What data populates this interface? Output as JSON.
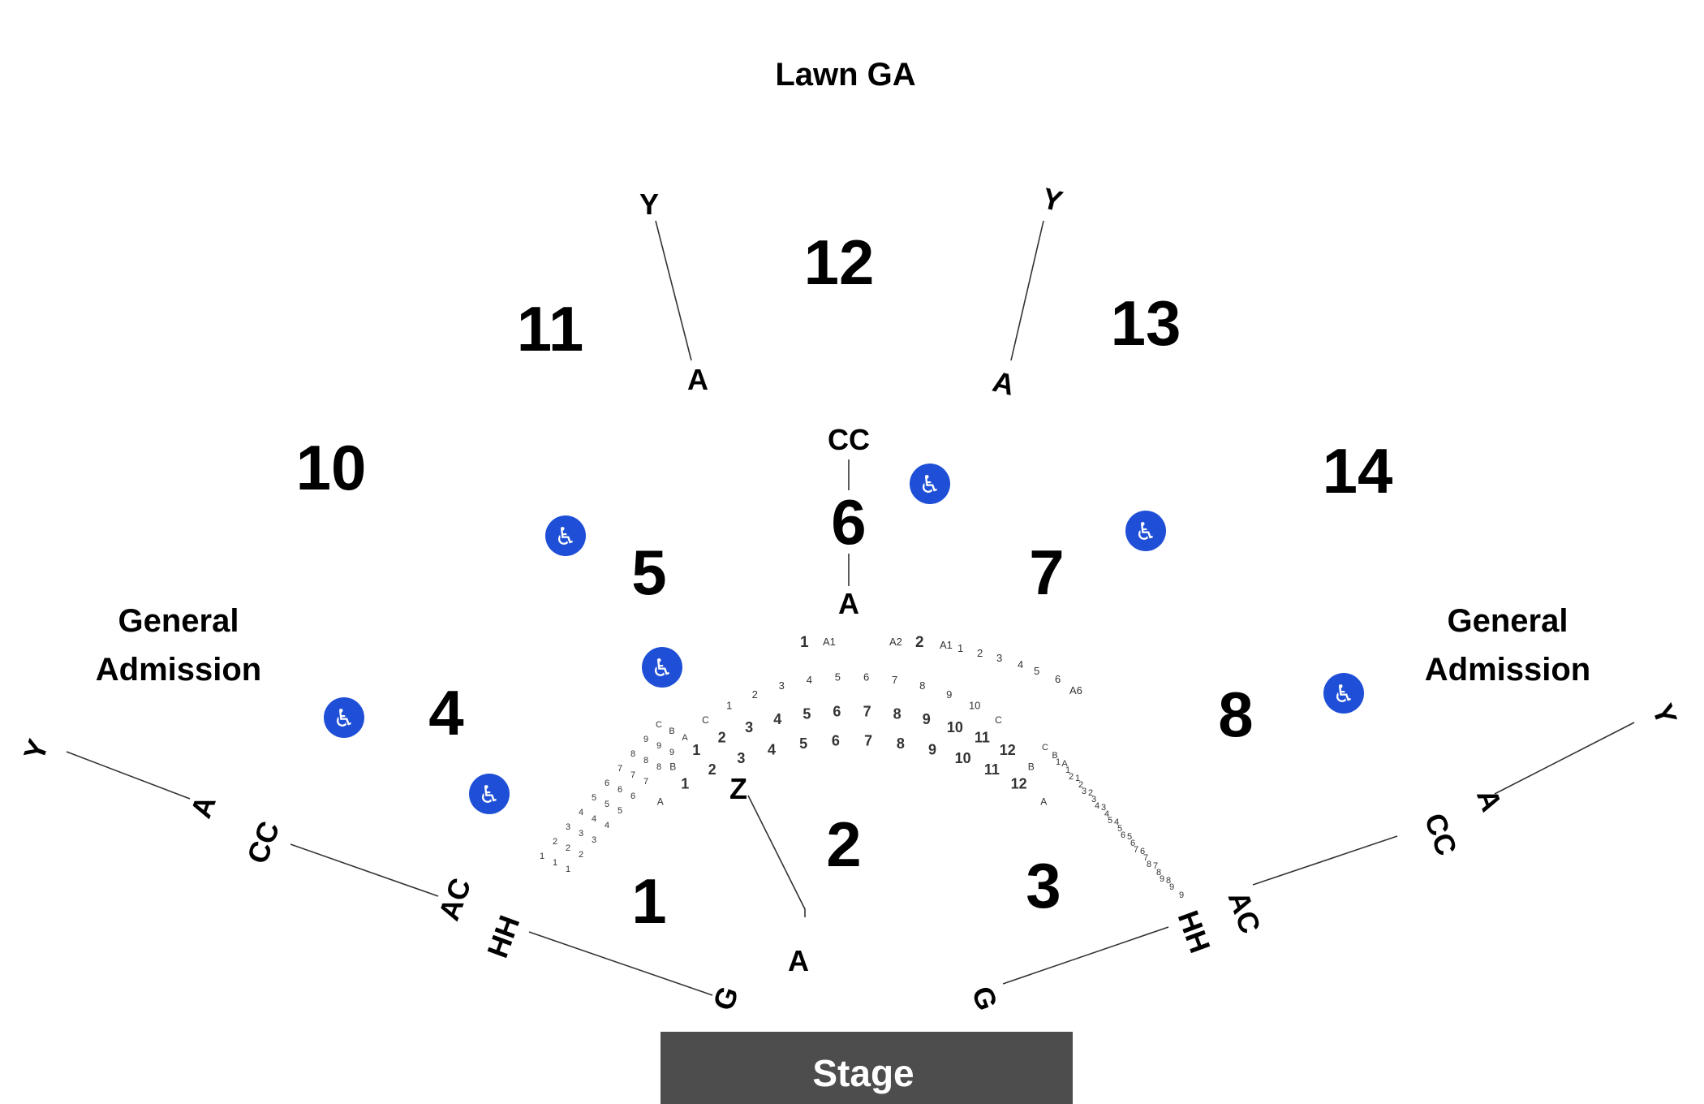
{
  "venue_map": {
    "lawn_label": "Lawn GA",
    "ga_left": {
      "line1": "General",
      "line2": "Admission"
    },
    "ga_right": {
      "line1": "General",
      "line2": "Admission"
    },
    "stage_label": "Stage",
    "sections": [
      "1",
      "2",
      "3",
      "4",
      "5",
      "6",
      "7",
      "8",
      "10",
      "11",
      "12",
      "13",
      "14"
    ],
    "accessibility_icon": "wheelchair-icon",
    "colors": {
      "stage": "#4d4d4d",
      "accessible": "#1f4fd6"
    }
  },
  "row_markers": {
    "y": "Y",
    "a": "A",
    "cc": "CC",
    "ac": "AC",
    "hh": "HH",
    "g": "G",
    "z": "Z"
  },
  "section6_seats": {
    "row_c_left": [
      "C",
      "1",
      "2",
      "3",
      "4",
      "5",
      "6",
      "7",
      "8",
      "9",
      "10",
      "C"
    ],
    "row_b": [
      "B",
      "1",
      "2",
      "3",
      "4",
      "5",
      "6",
      "7",
      "8",
      "9",
      "10",
      "11",
      "12",
      "B"
    ],
    "row_a": [
      "A",
      "1",
      "2",
      "3",
      "4",
      "5",
      "6",
      "7",
      "8",
      "9",
      "10",
      "11",
      "12",
      "A"
    ],
    "front_left": [
      "1",
      "A1"
    ],
    "front_right": [
      "A2",
      "2",
      "A1",
      "1",
      "2",
      "3",
      "4",
      "5",
      "6",
      "A6"
    ]
  },
  "left_curve_seats": [
    [
      "1",
      "1",
      "1"
    ],
    [
      "2",
      "2",
      "2"
    ],
    [
      "3",
      "3",
      "3"
    ],
    [
      "4",
      "4",
      "4"
    ],
    [
      "5",
      "5",
      "5"
    ],
    [
      "6",
      "6",
      "6"
    ],
    [
      "7",
      "7",
      "7"
    ],
    [
      "8",
      "8",
      "8"
    ],
    [
      "9",
      "9",
      "9"
    ],
    [
      "C",
      "B",
      "A"
    ]
  ],
  "right_curve_seats": [
    [
      "C",
      "B",
      "A"
    ],
    [
      "1",
      "1",
      "1"
    ],
    [
      "2",
      "2",
      "2"
    ],
    [
      "3",
      "3",
      "3"
    ],
    [
      "4",
      "4",
      "4"
    ],
    [
      "5",
      "5",
      "5"
    ],
    [
      "6",
      "6",
      "6"
    ],
    [
      "7",
      "7",
      "7"
    ],
    [
      "8",
      "8",
      "8"
    ],
    [
      "9",
      "9",
      "9"
    ]
  ]
}
